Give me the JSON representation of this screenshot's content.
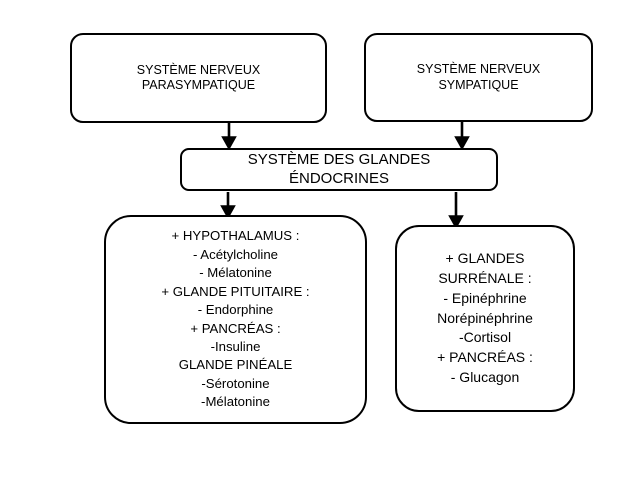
{
  "diagram": {
    "title": "Système des glandes endocrines",
    "background_color": "#ffffff",
    "line_color": "#000000",
    "nodes": {
      "parasympathetic": {
        "label": "SYSTÈME NERVEUX\nPARASYMPATIQUE"
      },
      "sympathetic": {
        "label": "SYSTÈME NERVEUX\nSYMPATIQUE"
      },
      "endocrine": {
        "label": "SYSTÈME DES GLANDES\nÉNDOCRINES"
      },
      "left_glands": {
        "label": "+ HYPOTHALAMUS :\n- Acétylcholine\n- Mélatonine\n+ GLANDE PITUITAIRE :\n- Endorphine\n+ PANCRÉAS :\n-Insuline\nGLANDE PINÉALE\n-Sérotonine\n-Mélatonine"
      },
      "adrenal": {
        "label": "+ GLANDES\nSURRÉNALE :\n- Epinéphrine\nNorépinéphrine\n-Cortisol\n+ PANCRÉAS :\n- Glucagon"
      }
    },
    "arrows": [
      {
        "name": "parasympathetic-to-endocrine"
      },
      {
        "name": "sympathetic-to-endocrine"
      },
      {
        "name": "endocrine-to-left-glands"
      },
      {
        "name": "endocrine-to-adrenal"
      }
    ]
  }
}
